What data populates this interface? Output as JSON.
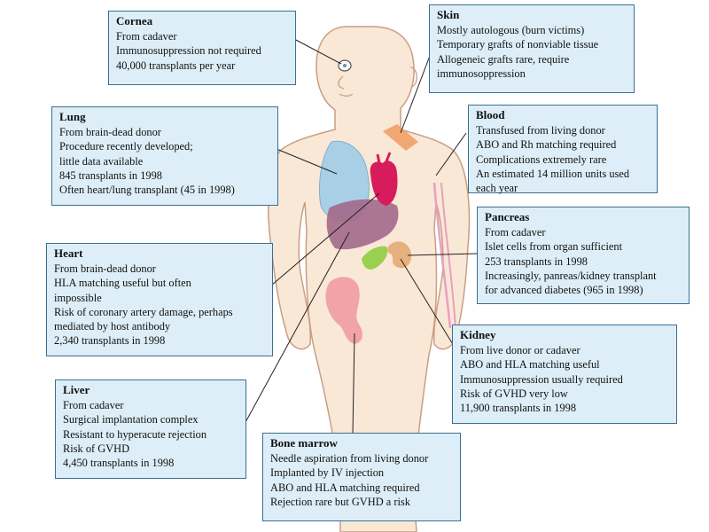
{
  "diagram": {
    "colors": {
      "box_fill": "#ddeef8",
      "box_border": "#3a6f94",
      "skin": "#fae8d6",
      "body_outline": "#c99e84",
      "lung": "#a9cfe6",
      "heart": "#d81b5c",
      "liver": "#a46b8c",
      "pancreas": "#98d14f",
      "kidney": "#e6b07f",
      "bone_marrow": "#f1a3a6",
      "blood_vessels": "#e7a0c0",
      "skin_graft": "#f0a066",
      "leader_line": "#222222"
    },
    "cornea": {
      "title": "Cornea",
      "lines": [
        "From cadaver",
        "Immunosuppression not required",
        "40,000 transplants per year"
      ]
    },
    "skin": {
      "title": "Skin",
      "lines": [
        "Mostly autologous (burn victims)",
        "Temporary grafts of nonviable tissue",
        "Allogeneic grafts rare, require",
        "immunosoppression"
      ]
    },
    "lung": {
      "title": "Lung",
      "lines": [
        "From brain-dead donor",
        "Procedure recently developed;",
        "little data available",
        "845 transplants in 1998",
        "Often heart/lung transplant (45 in 1998)"
      ]
    },
    "blood": {
      "title": "Blood",
      "lines": [
        "Transfused from living donor",
        "ABO and Rh matching required",
        "Complications extremely rare",
        "An estimated 14 million units used",
        "each year"
      ]
    },
    "pancreas": {
      "title": "Pancreas",
      "lines": [
        "From cadaver",
        "Islet cells from organ sufficient",
        "253 transplants in 1998",
        "Increasingly, panreas/kidney transplant",
        "for advanced diabetes (965 in 1998)"
      ]
    },
    "heart": {
      "title": "Heart",
      "lines": [
        "From brain-dead donor",
        "HLA matching useful but often",
        "impossible",
        "Risk of coronary artery damage, perhaps",
        "mediated by host antibody",
        "2,340 transplants in 1998"
      ]
    },
    "kidney": {
      "title": "Kidney",
      "lines": [
        "From live donor or cadaver",
        "ABO and HLA matching useful",
        "Immunosuppression usually required",
        "Risk of GVHD very low",
        "11,900 transplants in 1998"
      ]
    },
    "liver": {
      "title": "Liver",
      "lines": [
        "From cadaver",
        "Surgical implantation complex",
        "Resistant to hyperacute rejection",
        "Risk of GVHD",
        "4,450 transplants in 1998"
      ]
    },
    "bone_marrow": {
      "title": "Bone marrow",
      "lines": [
        "Needle aspiration from living donor",
        "Implanted by IV injection",
        "ABO and HLA matching required",
        "Rejection rare but GVHD a risk"
      ]
    }
  }
}
